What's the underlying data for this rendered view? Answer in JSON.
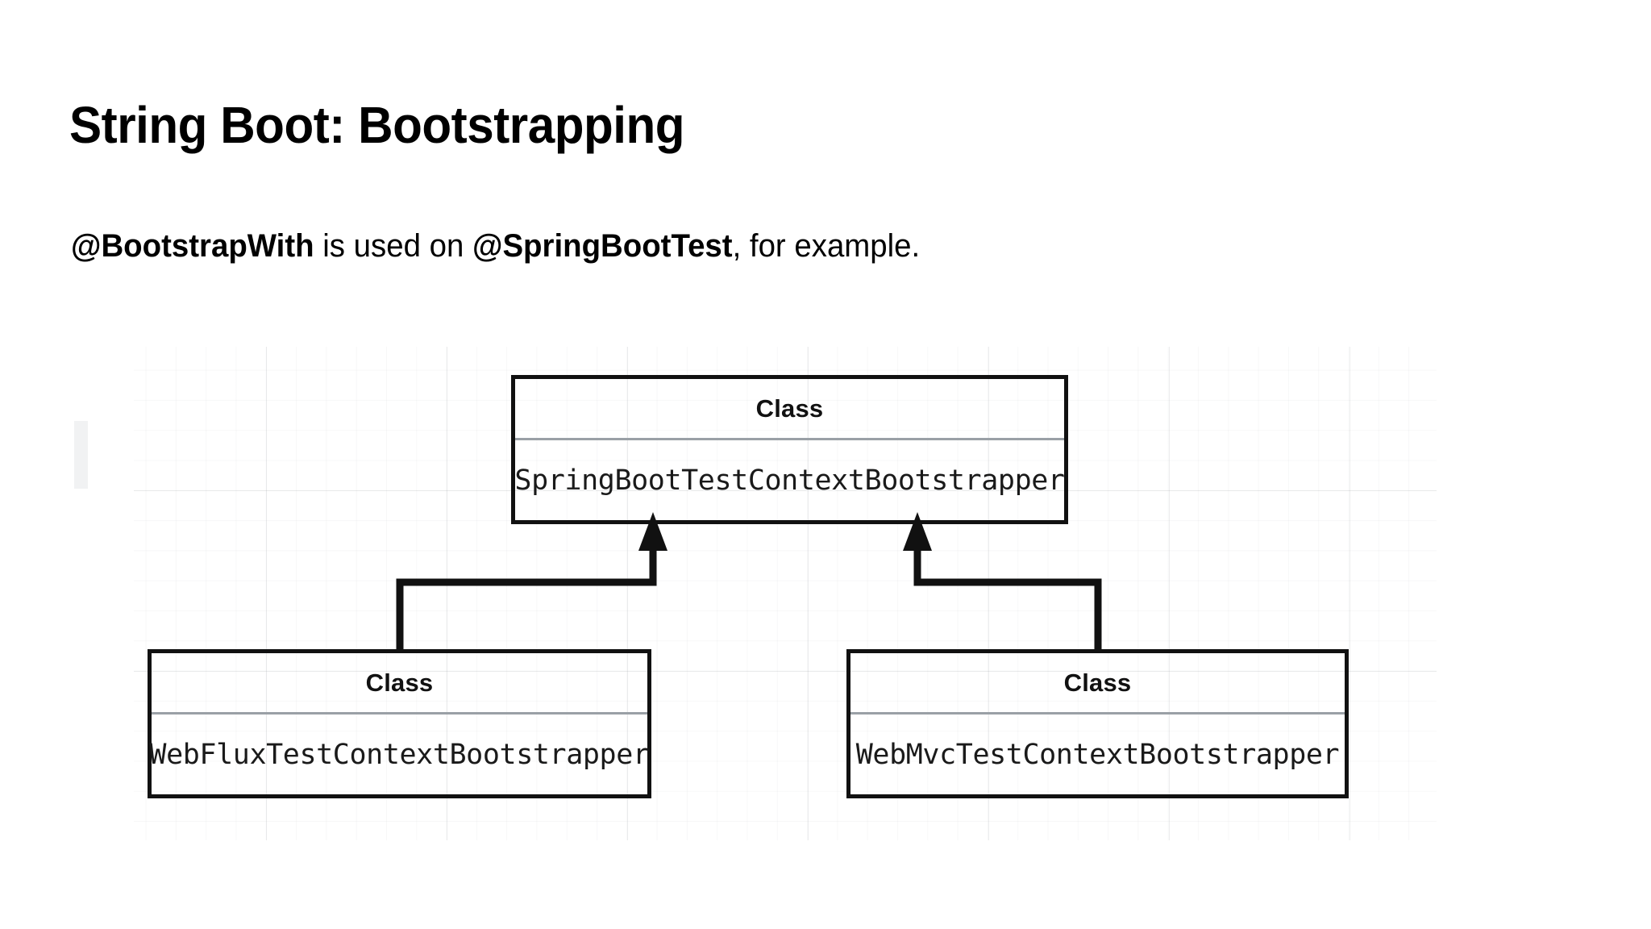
{
  "slide": {
    "title": "String Boot: Bootstrapping",
    "subtitle": {
      "annotation_1": "@BootstrapWith",
      "middle": " is used on ",
      "annotation_2": "@SpringBootTest",
      "tail": ", for example."
    }
  },
  "diagram": {
    "type": "uml-class-diagram",
    "background": "graph-paper-grid",
    "relationship": "generalization",
    "nodes": [
      {
        "id": "parent",
        "stereotype": "Class",
        "name": "SpringBootTestContextBootstrapper",
        "role": "superclass"
      },
      {
        "id": "left-child",
        "stereotype": "Class",
        "name": "WebFluxTestContextBootstrapper",
        "role": "subclass"
      },
      {
        "id": "right-child",
        "stereotype": "Class",
        "name": "WebMvcTestContextBootstrapper",
        "role": "subclass"
      }
    ],
    "edges": [
      {
        "from": "left-child",
        "to": "parent",
        "kind": "inheritance-arrow"
      },
      {
        "from": "right-child",
        "to": "parent",
        "kind": "inheritance-arrow"
      }
    ]
  },
  "colors": {
    "text": "#000000",
    "box_border": "#111111",
    "divider": "#9aa0a6",
    "grid": "#c8ccd0",
    "background": "#ffffff"
  }
}
